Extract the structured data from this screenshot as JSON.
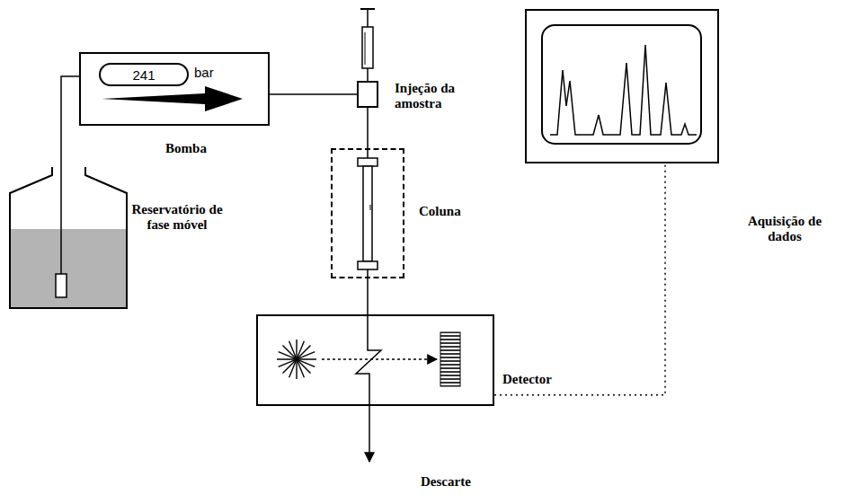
{
  "diagram": {
    "nodes": [
      {
        "text": [
          "Reservatório de fase móvel"
        ]
      },
      {
        "text": [
          "bar",
          "Bomba"
        ]
      },
      {
        "text": [
          "241"
        ],
        "in": 1
      },
      {
        "text": [
          "Injeção da amostra"
        ]
      },
      {
        "text": [
          "Coluna"
        ]
      },
      {
        "text": [
          "Detector"
        ]
      },
      {
        "text": [
          "Aquisição de dados"
        ]
      }
    ],
    "edges": [
      {
        "from": 0,
        "to": 1,
        "arrow": "none"
      },
      {
        "from": 1,
        "to": 3,
        "arrow": "none"
      },
      {
        "from": 3,
        "to": 4,
        "arrow": "none"
      },
      {
        "from": 4,
        "to": 5,
        "arrow": "none"
      },
      {
        "from": 5,
        "to": 6,
        "arrow": "none"
      }
    ],
    "labels": [
      "Descarte"
    ]
  }
}
